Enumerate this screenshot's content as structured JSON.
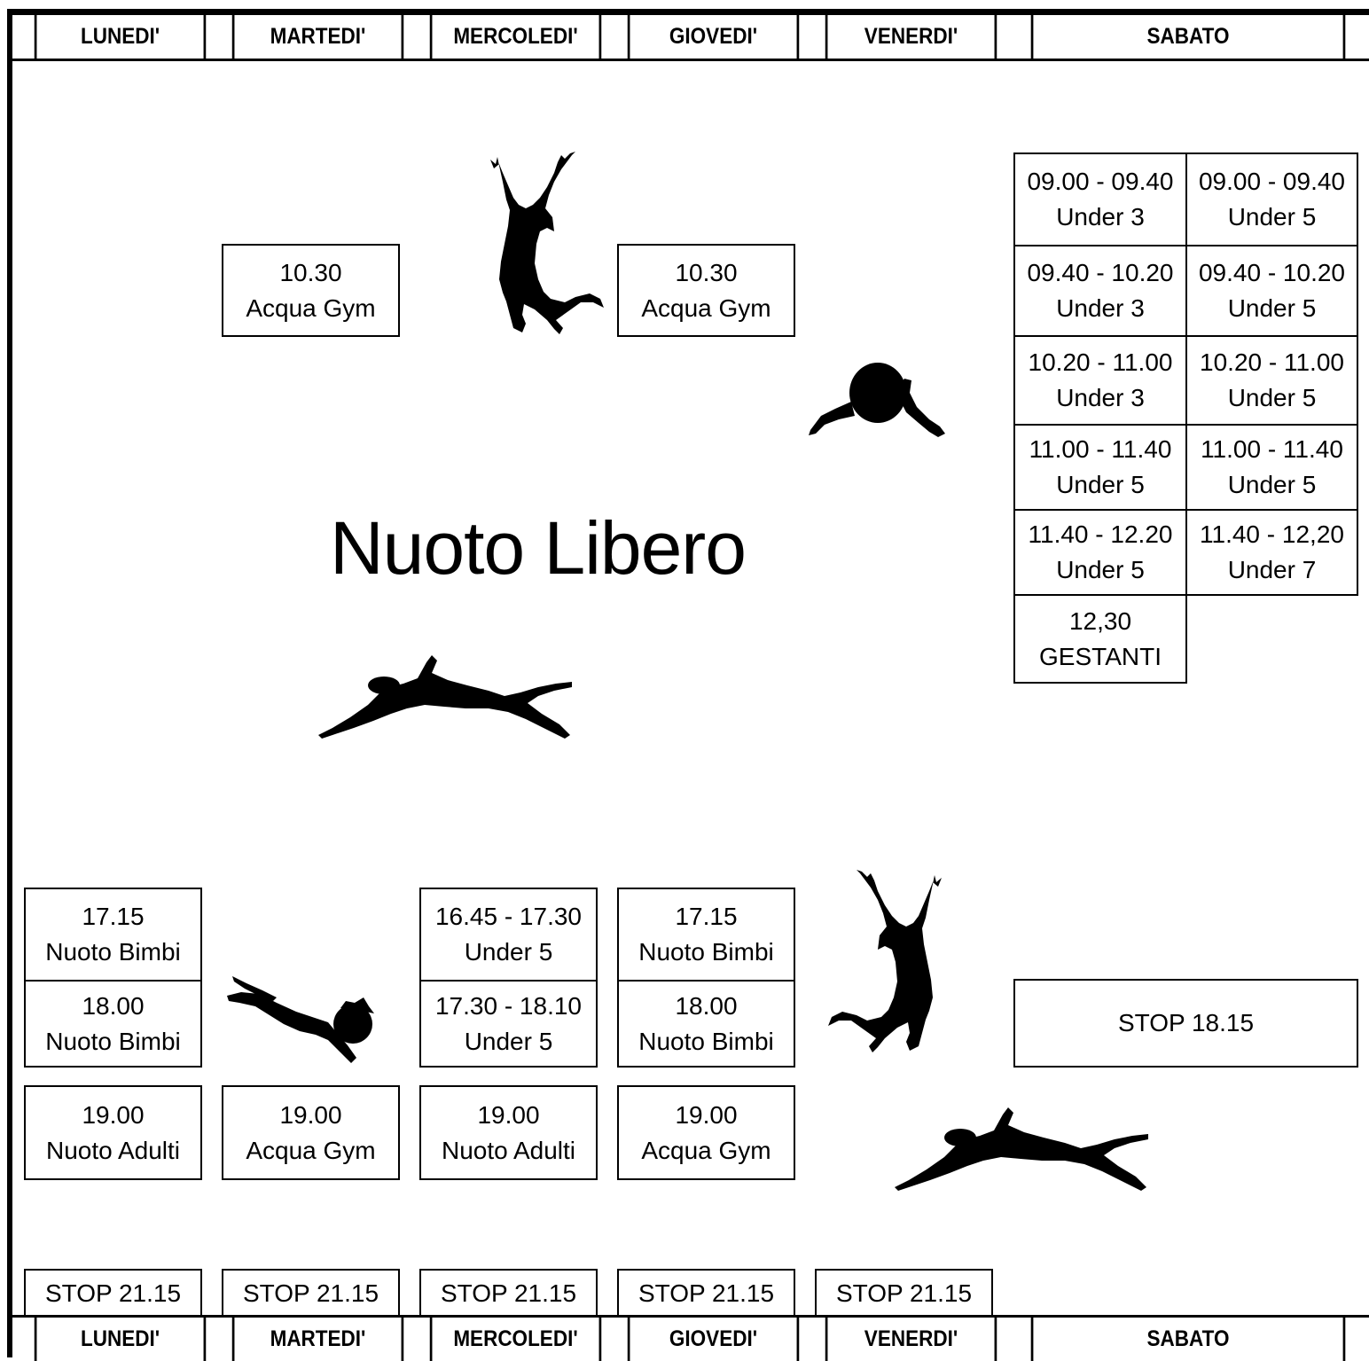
{
  "days": [
    "LUNEDI'",
    "MARTEDI'",
    "MERCOLEDI'",
    "GIOVEDI'",
    "VENERDI'",
    "SABATO"
  ],
  "title": "Nuoto Libero",
  "morning": {
    "martedi": {
      "time": "10.30",
      "activity": "Acqua Gym"
    },
    "giovedi": {
      "time": "10.30",
      "activity": "Acqua Gym"
    }
  },
  "sabato_slots": [
    {
      "time": "09.00 - 09.40",
      "label": "Under 3"
    },
    {
      "time": "09.00 - 09.40",
      "label": "Under 5"
    },
    {
      "time": "09.40 - 10.20",
      "label": "Under 3"
    },
    {
      "time": "09.40 - 10.20",
      "label": "Under 5"
    },
    {
      "time": "10.20 - 11.00",
      "label": "Under 3"
    },
    {
      "time": "10.20 - 11.00",
      "label": "Under 5"
    },
    {
      "time": "11.00 - 11.40",
      "label": "Under 5"
    },
    {
      "time": "11.00 - 11.40",
      "label": "Under 5"
    },
    {
      "time": "11.40 - 12.20",
      "label": "Under 5"
    },
    {
      "time": "11.40 - 12,20",
      "label": "Under 7"
    },
    {
      "time": "12,30",
      "label": "GESTANTI"
    }
  ],
  "afternoon": {
    "lunedi": [
      {
        "time": "17.15",
        "activity": "Nuoto Bimbi"
      },
      {
        "time": "18.00",
        "activity": "Nuoto Bimbi"
      }
    ],
    "mercoledi": [
      {
        "time": "16.45 - 17.30",
        "activity": "Under 5"
      },
      {
        "time": "17.30 - 18.10",
        "activity": "Under 5"
      }
    ],
    "giovedi": [
      {
        "time": "17.15",
        "activity": "Nuoto Bimbi"
      },
      {
        "time": "18.00",
        "activity": "Nuoto Bimbi"
      }
    ]
  },
  "sabato_stop": "STOP 18.15",
  "evening": [
    {
      "time": "19.00",
      "activity": "Nuoto Adulti"
    },
    {
      "time": "19.00",
      "activity": "Acqua Gym"
    },
    {
      "time": "19.00",
      "activity": "Nuoto Adulti"
    },
    {
      "time": "19.00",
      "activity": "Acqua Gym"
    }
  ],
  "stops": [
    "STOP 21.15",
    "STOP 21.15",
    "STOP 21.15",
    "STOP 21.15",
    "STOP 21.15"
  ],
  "silhouettes": [
    "jumping-girl-icon",
    "baby-swimmer-icon",
    "freestyle-swimmer-icon",
    "diving-child-icon",
    "jumping-girl-icon",
    "freestyle-swimmer-icon"
  ]
}
